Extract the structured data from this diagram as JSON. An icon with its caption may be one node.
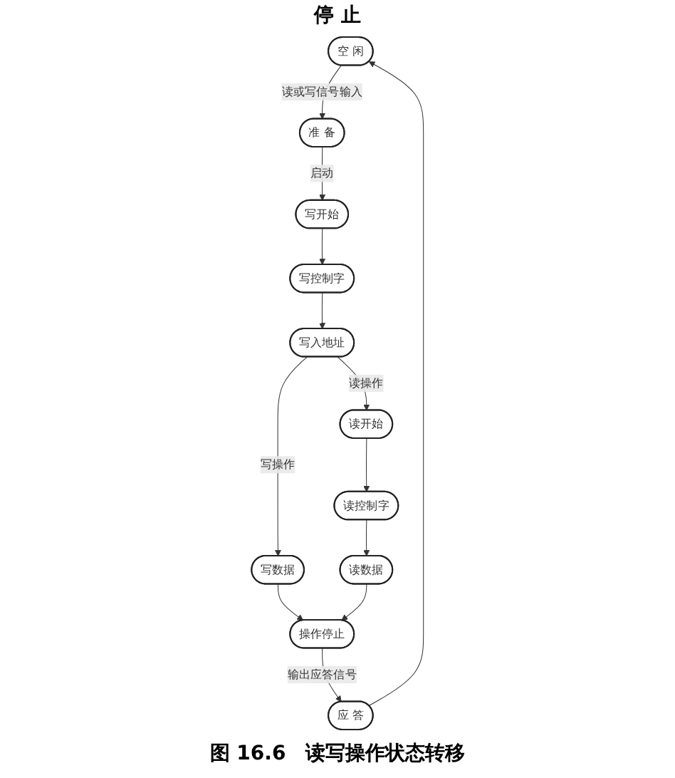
{
  "diagram": {
    "caption": "图 16.6　读写操作状态转移",
    "nodes": [
      {
        "text": [
          "空 闲"
        ]
      },
      {
        "text": [
          "准 备"
        ]
      },
      {
        "text": [
          "写开始"
        ]
      },
      {
        "text": [
          "写控制字"
        ]
      },
      {
        "text": [
          "写入地址"
        ]
      },
      {
        "text": [
          "写数据"
        ]
      },
      {
        "text": [
          "操作停止"
        ]
      },
      {
        "text": [
          "应 答"
        ]
      },
      {
        "text": [
          "读开始"
        ]
      },
      {
        "text": [
          "读控制字"
        ]
      },
      {
        "text": [
          "读数据"
        ]
      }
    ],
    "edges": [
      {
        "from": 0,
        "to": 1,
        "arrow": "to",
        "label": "读或写信号输入"
      },
      {
        "from": 1,
        "to": 2,
        "arrow": "to",
        "label": "启动"
      },
      {
        "from": 2,
        "to": 3,
        "arrow": "to"
      },
      {
        "from": 3,
        "to": 4,
        "arrow": "to"
      },
      {
        "from": 4,
        "to": 5,
        "arrow": "to",
        "label": "写操作"
      },
      {
        "from": 5,
        "to": 6,
        "arrow": "to"
      },
      {
        "from": 4,
        "to": 8,
        "arrow": "to",
        "label": "读操作"
      },
      {
        "from": 8,
        "to": 9,
        "arrow": "to"
      },
      {
        "from": 9,
        "to": 10,
        "arrow": "to"
      },
      {
        "from": 10,
        "to": 6,
        "arrow": "to"
      },
      {
        "from": 6,
        "to": 7,
        "arrow": "to",
        "label": "输出应答信号"
      },
      {
        "from": 7,
        "to": 0,
        "arrow": "to"
      }
    ],
    "labels": [
      "停 止"
    ]
  }
}
